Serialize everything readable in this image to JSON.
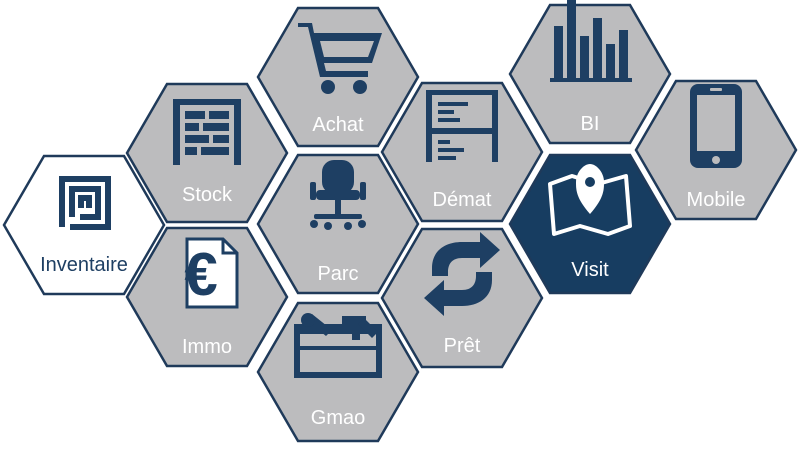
{
  "colors": {
    "tile_fill": "#bcbcbe",
    "tile_stroke": "#1f3a5a",
    "icon": "#1e3f63",
    "label_light": "#ffffff",
    "active_fill": "#173d61",
    "white_tile_fill": "#ffffff",
    "white_tile_text": "#1e3f63"
  },
  "modules": [
    {
      "id": "inventaire",
      "label": "Inventaire",
      "icon": "qr-square-icon",
      "variant": "white"
    },
    {
      "id": "stock",
      "label": "Stock",
      "icon": "shelves-icon",
      "variant": "grey"
    },
    {
      "id": "immo",
      "label": "Immo",
      "icon": "euro-document-icon",
      "variant": "grey"
    },
    {
      "id": "achat",
      "label": "Achat",
      "icon": "shopping-cart-icon",
      "variant": "grey"
    },
    {
      "id": "parc",
      "label": "Parc",
      "icon": "office-chair-icon",
      "variant": "grey"
    },
    {
      "id": "gmao",
      "label": "Gmao",
      "icon": "toolbox-icon",
      "variant": "grey"
    },
    {
      "id": "demat",
      "label": "Démat",
      "icon": "document-scan-icon",
      "variant": "grey"
    },
    {
      "id": "pret",
      "label": "Prêt",
      "icon": "exchange-arrows-icon",
      "variant": "grey"
    },
    {
      "id": "bi",
      "label": "BI",
      "icon": "bar-chart-icon",
      "variant": "grey"
    },
    {
      "id": "visit",
      "label": "Visit",
      "icon": "map-pin-icon",
      "variant": "dark"
    },
    {
      "id": "mobile",
      "label": "Mobile",
      "icon": "smartphone-icon",
      "variant": "grey"
    }
  ]
}
